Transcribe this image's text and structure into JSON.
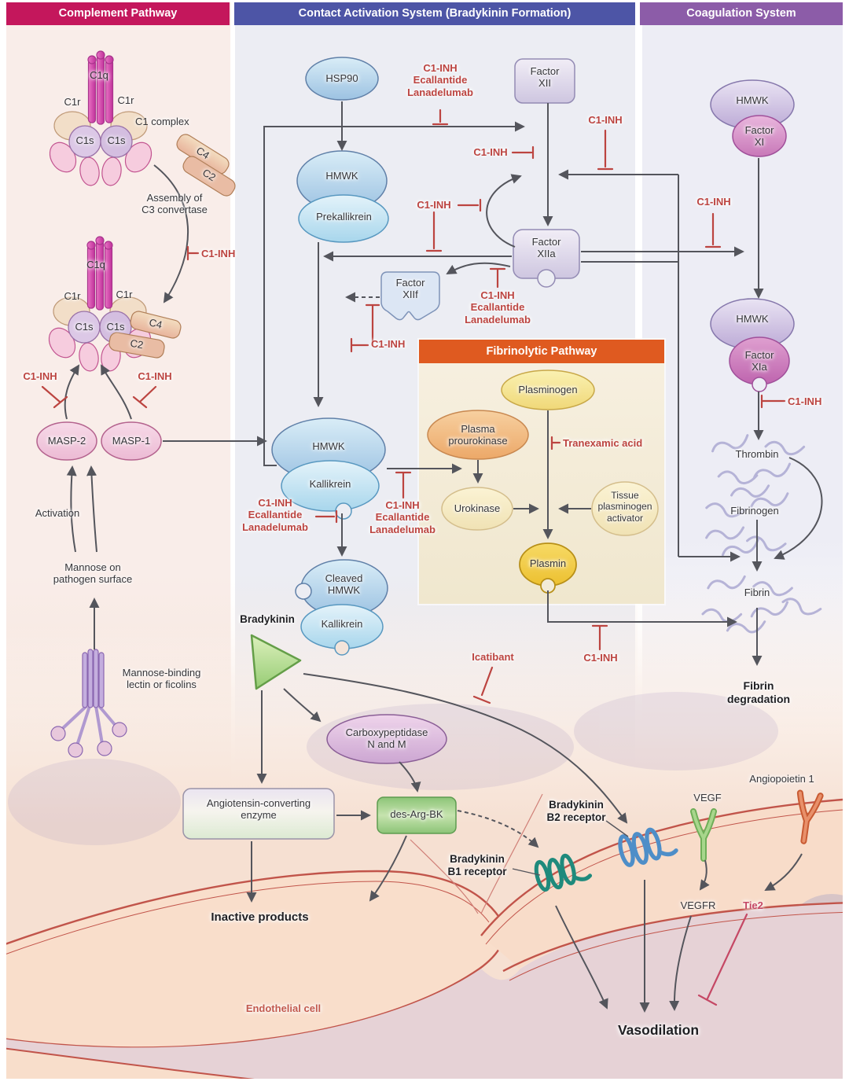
{
  "headers": {
    "complement": "Complement Pathway",
    "contact": "Contact Activation System (Bradykinin Formation)",
    "coagulation": "Coagulation System"
  },
  "colors": {
    "header_complement": "#C4175C",
    "header_contact": "#4D55A6",
    "header_coagulation": "#8C5CA8",
    "inhibitor_red": "#BC4440",
    "fibrinolytic_orange": "#DF5A20",
    "membrane_red": "#C1544A"
  },
  "t": {
    "c1q": "C1q",
    "c1r": "C1r",
    "c1s": "C1s",
    "c1_complex": "C1 complex",
    "c4": "C4",
    "c2": "C2",
    "assembly": "Assembly of\nC3 convertase",
    "c1inh": "C1-INH",
    "masp2": "MASP-2",
    "masp1": "MASP-1",
    "activation": "Activation",
    "mannose": "Mannose on\npathogen surface",
    "lectin": "Mannose-binding\nlectin or ficolins",
    "hsp90": "HSP90",
    "drug3": "C1-INH\nEcallantide\nLanadelumab",
    "fxii": "Factor\nXII",
    "fxiia": "Factor\nXIIa",
    "fxiif": "Factor\nXIIf",
    "hmwk": "HMWK",
    "prekallikrein": "Prekallikrein",
    "kallikrein": "Kallikrein",
    "cleaved": "Cleaved\nHMWK",
    "bradykinin": "Bradykinin",
    "fib_title": "Fibrinolytic Pathway",
    "plasminogen": "Plasminogen",
    "prourokinase": "Plasma\nprourokinase",
    "tranexamic": "Tranexamic acid",
    "urokinase": "Urokinase",
    "tpa": "Tissue\nplasminogen\nactivator",
    "plasmin": "Plasmin",
    "fxi": "Factor\nXI",
    "fxia": "Factor\nXIa",
    "thrombin": "Thrombin",
    "fibrinogen": "Fibrinogen",
    "fibrin": "Fibrin",
    "fibrin_deg": "Fibrin\ndegradation",
    "icatibant": "Icatibant",
    "carboxypeptidase": "Carboxypeptidase\nN and M",
    "ace": "Angiotensin-converting\nenzyme",
    "des_arg_bk": "des-Arg-BK",
    "b2_receptor": "Bradykinin\nB2 receptor",
    "b1_receptor": "Bradykinin\nB1 receptor",
    "inactive": "Inactive products",
    "endothelial": "Endothelial cell",
    "vegf": "VEGF",
    "vegfr": "VEGFR",
    "tie2": "Tie2",
    "angiopoietin1": "Angiopoietin 1",
    "vasodilation": "Vasodilation"
  }
}
